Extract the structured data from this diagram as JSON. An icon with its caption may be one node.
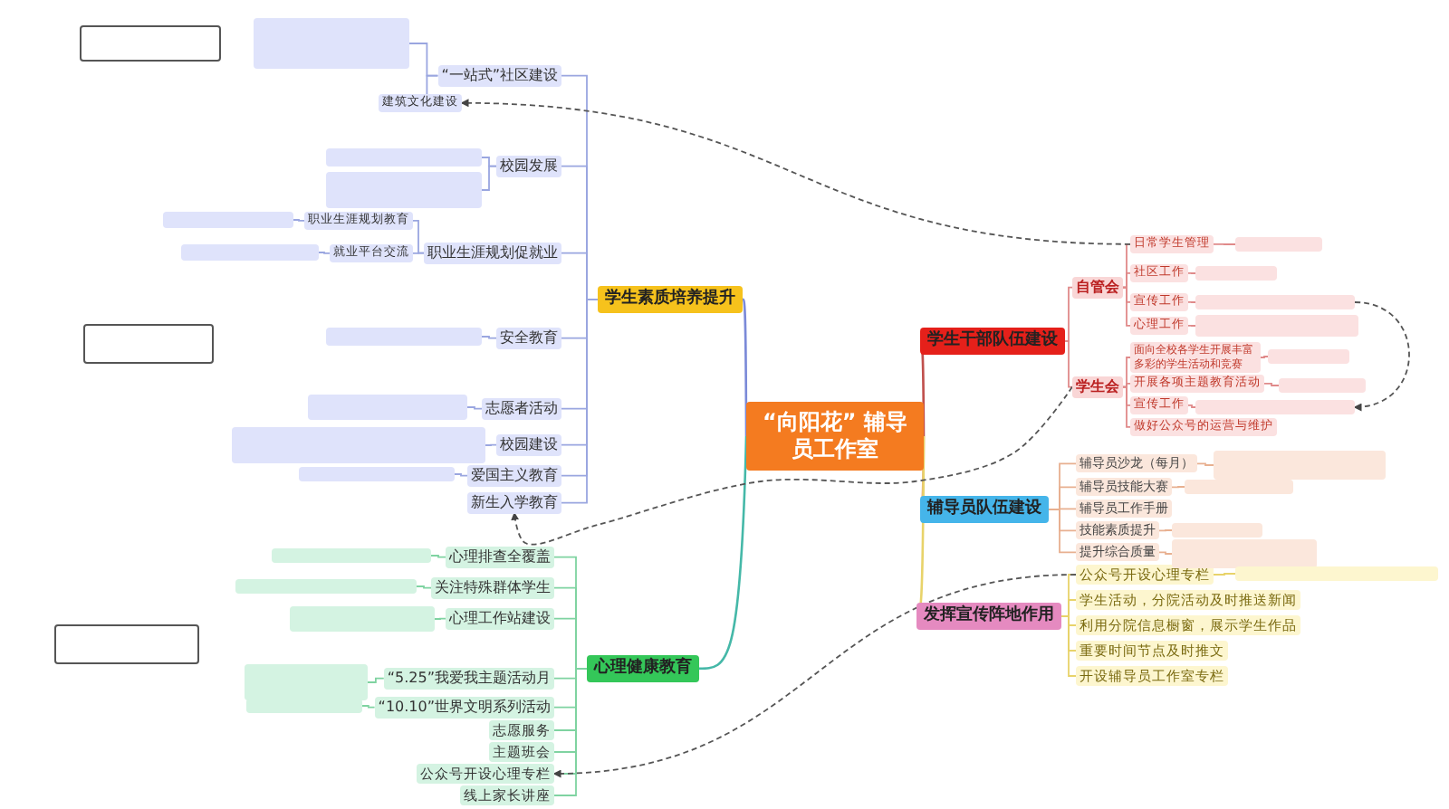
{
  "diagram": {
    "nodes": [
      {
        "text": [
          "“向阳花” 辅导员工作室"
        ]
      },
      {
        "text": [
          "学生素质培养提升"
        ]
      },
      {
        "text": [
          "心理健康教育"
        ]
      },
      {
        "text": [
          "学生干部队伍建设"
        ]
      },
      {
        "text": [
          "辅导员队伍建设"
        ]
      },
      {
        "text": [
          "发挥宣传阵地作用"
        ]
      },
      {
        "text": [
          "“一站式”社区建设"
        ]
      },
      {
        "text": [
          "校园发展"
        ]
      },
      {
        "text": [
          "职业生涯规划促就业"
        ]
      },
      {
        "text": [
          "安全教育"
        ]
      },
      {
        "text": [
          "志愿者活动"
        ]
      },
      {
        "text": [
          "校园建设"
        ]
      },
      {
        "text": [
          "爱国主义教育"
        ]
      },
      {
        "text": [
          "新生入学教育"
        ]
      },
      {
        "text": [
          "建筑文化建设"
        ]
      },
      {
        "text": [
          "职业生涯规划教育"
        ]
      },
      {
        "text": [
          "就业平台交流"
        ]
      },
      {
        "text": [
          "心理排查全覆盖"
        ]
      },
      {
        "text": [
          "关注特殊群体学生"
        ]
      },
      {
        "text": [
          "心理工作站建设"
        ]
      },
      {
        "text": [
          "“5.25”我爱我主题活动月"
        ]
      },
      {
        "text": [
          "“10.10”世界文明系列活动"
        ]
      },
      {
        "text": [
          "志愿服务"
        ]
      },
      {
        "text": [
          "主题班会"
        ]
      },
      {
        "text": [
          "公众号开设心理专栏"
        ]
      },
      {
        "text": [
          "线上家长讲座"
        ]
      },
      {
        "text": [
          "自管会"
        ]
      },
      {
        "text": [
          "学生会"
        ]
      },
      {
        "text": [
          "日常学生管理"
        ]
      },
      {
        "text": [
          "社区工作"
        ]
      },
      {
        "text": [
          "宣传工作"
        ]
      },
      {
        "text": [
          "心理工作"
        ]
      },
      {
        "text": [
          "面向全校各学生开展丰富多彩的学生活动和竞赛"
        ]
      },
      {
        "text": [
          "开展各项主题教育活动"
        ]
      },
      {
        "text": [
          "宣传工作"
        ]
      },
      {
        "text": [
          "做好公众号的运营与维护"
        ]
      },
      {
        "text": [
          "辅导员沙龙（每月）"
        ]
      },
      {
        "text": [
          "辅导员技能大赛"
        ]
      },
      {
        "text": [
          "辅导员工作手册"
        ]
      },
      {
        "text": [
          "技能素质提升"
        ]
      },
      {
        "text": [
          "提升综合质量"
        ]
      },
      {
        "text": [
          "公众号开设心理专栏"
        ]
      },
      {
        "text": [
          "学生活动，分院活动及时推送新闻"
        ]
      },
      {
        "text": [
          "利用分院信息橱窗，展示学生作品"
        ]
      },
      {
        "text": [
          "重要时间节点及时推文"
        ]
      },
      {
        "text": [
          "开设辅导员工作室专栏"
        ]
      },
      {
        "text": [],
        "shape": "box"
      },
      {
        "text": [],
        "shape": "box"
      },
      {
        "text": [],
        "shape": "box"
      },
      {
        "text": [],
        "shape": "box"
      },
      {
        "text": [],
        "shape": "box"
      },
      {
        "text": [],
        "shape": "box"
      },
      {
        "text": [],
        "shape": "box"
      },
      {
        "text": [],
        "shape": "box"
      },
      {
        "text": [],
        "shape": "box"
      },
      {
        "text": [],
        "shape": "box"
      },
      {
        "text": [],
        "shape": "box"
      },
      {
        "text": [],
        "shape": "box"
      },
      {
        "text": [],
        "shape": "box"
      },
      {
        "text": [],
        "shape": "box"
      },
      {
        "text": [],
        "shape": "box"
      },
      {
        "text": [],
        "shape": "box"
      },
      {
        "text": [],
        "shape": "box"
      },
      {
        "text": [],
        "shape": "box"
      },
      {
        "text": [],
        "shape": "box"
      },
      {
        "text": [],
        "shape": "box"
      },
      {
        "text": [],
        "shape": "box"
      },
      {
        "text": [],
        "shape": "box"
      },
      {
        "text": [],
        "shape": "box"
      },
      {
        "text": [],
        "shape": "box"
      },
      {
        "text": [],
        "shape": "box"
      },
      {
        "text": [],
        "shape": "box"
      },
      {
        "text": [],
        "shape": "box"
      },
      {
        "text": [],
        "shape": "box"
      },
      {
        "text": [],
        "shape": "box"
      }
    ],
    "edges": [
      {
        "from": 0,
        "to": 1,
        "arrow": "none",
        "color": "#7b8ad8"
      },
      {
        "from": 0,
        "to": 2,
        "arrow": "none",
        "color": "#45b8a8"
      },
      {
        "from": 0,
        "to": 3,
        "arrow": "none",
        "color": "#c0504d"
      },
      {
        "from": 0,
        "to": 4,
        "arrow": "none",
        "color": "#e6a37a"
      },
      {
        "from": 0,
        "to": 5,
        "arrow": "none",
        "color": "#e8d36a"
      },
      {
        "from": 1,
        "to": 6,
        "arrow": "none",
        "color": "#9aa6e0"
      },
      {
        "from": 1,
        "to": 7,
        "arrow": "none",
        "color": "#9aa6e0"
      },
      {
        "from": 1,
        "to": 8,
        "arrow": "none",
        "color": "#9aa6e0"
      },
      {
        "from": 1,
        "to": 9,
        "arrow": "none",
        "color": "#9aa6e0"
      },
      {
        "from": 1,
        "to": 10,
        "arrow": "none",
        "color": "#9aa6e0"
      },
      {
        "from": 1,
        "to": 11,
        "arrow": "none",
        "color": "#9aa6e0"
      },
      {
        "from": 1,
        "to": 12,
        "arrow": "none",
        "color": "#9aa6e0"
      },
      {
        "from": 1,
        "to": 13,
        "arrow": "none",
        "color": "#9aa6e0"
      },
      {
        "from": 6,
        "to": 14,
        "arrow": "none",
        "color": "#9aa6e0"
      },
      {
        "from": 8,
        "to": 15,
        "arrow": "none",
        "color": "#9aa6e0"
      },
      {
        "from": 8,
        "to": 16,
        "arrow": "none",
        "color": "#9aa6e0"
      },
      {
        "from": 6,
        "to": 46,
        "arrow": "none",
        "color": "#9aa6e0"
      },
      {
        "from": 7,
        "to": 47,
        "arrow": "none",
        "color": "#9aa6e0"
      },
      {
        "from": 7,
        "to": 48,
        "arrow": "none",
        "color": "#9aa6e0"
      },
      {
        "from": 15,
        "to": 49,
        "arrow": "none",
        "color": "#9aa6e0"
      },
      {
        "from": 16,
        "to": 50,
        "arrow": "none",
        "color": "#9aa6e0"
      },
      {
        "from": 9,
        "to": 51,
        "arrow": "none",
        "color": "#9aa6e0"
      },
      {
        "from": 10,
        "to": 52,
        "arrow": "none",
        "color": "#9aa6e0"
      },
      {
        "from": 11,
        "to": 53,
        "arrow": "none",
        "color": "#9aa6e0"
      },
      {
        "from": 12,
        "to": 54,
        "arrow": "none",
        "color": "#9aa6e0"
      },
      {
        "from": 2,
        "to": 17,
        "arrow": "none",
        "color": "#7fd3a1"
      },
      {
        "from": 2,
        "to": 18,
        "arrow": "none",
        "color": "#7fd3a1"
      },
      {
        "from": 2,
        "to": 19,
        "arrow": "none",
        "color": "#7fd3a1"
      },
      {
        "from": 2,
        "to": 20,
        "arrow": "none",
        "color": "#7fd3a1"
      },
      {
        "from": 2,
        "to": 21,
        "arrow": "none",
        "color": "#7fd3a1"
      },
      {
        "from": 2,
        "to": 22,
        "arrow": "none",
        "color": "#7fd3a1"
      },
      {
        "from": 2,
        "to": 23,
        "arrow": "none",
        "color": "#7fd3a1"
      },
      {
        "from": 2,
        "to": 24,
        "arrow": "none",
        "color": "#7fd3a1"
      },
      {
        "from": 2,
        "to": 25,
        "arrow": "none",
        "color": "#7fd3a1"
      },
      {
        "from": 17,
        "to": 55,
        "arrow": "none",
        "color": "#7fd3a1"
      },
      {
        "from": 18,
        "to": 56,
        "arrow": "none",
        "color": "#7fd3a1"
      },
      {
        "from": 19,
        "to": 57,
        "arrow": "none",
        "color": "#7fd3a1"
      },
      {
        "from": 20,
        "to": 58,
        "arrow": "none",
        "color": "#7fd3a1"
      },
      {
        "from": 21,
        "to": 59,
        "arrow": "none",
        "color": "#7fd3a1"
      },
      {
        "from": 3,
        "to": 26,
        "arrow": "none",
        "color": "#e08a8a"
      },
      {
        "from": 3,
        "to": 27,
        "arrow": "none",
        "color": "#e08a8a"
      },
      {
        "from": 26,
        "to": 28,
        "arrow": "none",
        "color": "#e08a8a"
      },
      {
        "from": 26,
        "to": 29,
        "arrow": "none",
        "color": "#e08a8a"
      },
      {
        "from": 26,
        "to": 30,
        "arrow": "none",
        "color": "#e08a8a"
      },
      {
        "from": 26,
        "to": 31,
        "arrow": "none",
        "color": "#e08a8a"
      },
      {
        "from": 27,
        "to": 32,
        "arrow": "none",
        "color": "#e08a8a"
      },
      {
        "from": 27,
        "to": 33,
        "arrow": "none",
        "color": "#e08a8a"
      },
      {
        "from": 27,
        "to": 34,
        "arrow": "none",
        "color": "#e08a8a"
      },
      {
        "from": 27,
        "to": 35,
        "arrow": "none",
        "color": "#e08a8a"
      },
      {
        "from": 28,
        "to": 60,
        "arrow": "none",
        "color": "#e08a8a"
      },
      {
        "from": 29,
        "to": 61,
        "arrow": "none",
        "color": "#e08a8a"
      },
      {
        "from": 30,
        "to": 62,
        "arrow": "none",
        "color": "#e08a8a"
      },
      {
        "from": 31,
        "to": 63,
        "arrow": "none",
        "color": "#e08a8a"
      },
      {
        "from": 32,
        "to": 64,
        "arrow": "none",
        "color": "#e08a8a"
      },
      {
        "from": 33,
        "to": 65,
        "arrow": "none",
        "color": "#e08a8a"
      },
      {
        "from": 34,
        "to": 66,
        "arrow": "none",
        "color": "#e08a8a"
      },
      {
        "from": 4,
        "to": 36,
        "arrow": "none",
        "color": "#e8b090"
      },
      {
        "from": 4,
        "to": 37,
        "arrow": "none",
        "color": "#e8b090"
      },
      {
        "from": 4,
        "to": 38,
        "arrow": "none",
        "color": "#e8b090"
      },
      {
        "from": 4,
        "to": 39,
        "arrow": "none",
        "color": "#e8b090"
      },
      {
        "from": 4,
        "to": 40,
        "arrow": "none",
        "color": "#e8b090"
      },
      {
        "from": 36,
        "to": 67,
        "arrow": "none",
        "color": "#e8b090"
      },
      {
        "from": 37,
        "to": 68,
        "arrow": "none",
        "color": "#e8b090"
      },
      {
        "from": 39,
        "to": 69,
        "arrow": "none",
        "color": "#e8b090"
      },
      {
        "from": 40,
        "to": 70,
        "arrow": "none",
        "color": "#e8b090"
      },
      {
        "from": 5,
        "to": 41,
        "arrow": "none",
        "color": "#e8d36a"
      },
      {
        "from": 5,
        "to": 42,
        "arrow": "none",
        "color": "#e8d36a"
      },
      {
        "from": 5,
        "to": 43,
        "arrow": "none",
        "color": "#e8d36a"
      },
      {
        "from": 5,
        "to": 44,
        "arrow": "none",
        "color": "#e8d36a"
      },
      {
        "from": 5,
        "to": 45,
        "arrow": "none",
        "color": "#e8d36a"
      },
      {
        "from": 41,
        "to": 71,
        "arrow": "none",
        "color": "#e8d36a"
      },
      {
        "from": 62,
        "to": 66,
        "arrow": "to",
        "style": "dashed",
        "color": "#555555"
      },
      {
        "from": 41,
        "to": 24,
        "arrow": "to",
        "style": "dashed",
        "color": "#555555"
      },
      {
        "from": 28,
        "to": 14,
        "arrow": "to",
        "style": "dashed",
        "color": "#555555"
      },
      {
        "from": 27,
        "to": 13,
        "arrow": "to",
        "style": "dashed",
        "color": "#555555"
      }
    ]
  }
}
